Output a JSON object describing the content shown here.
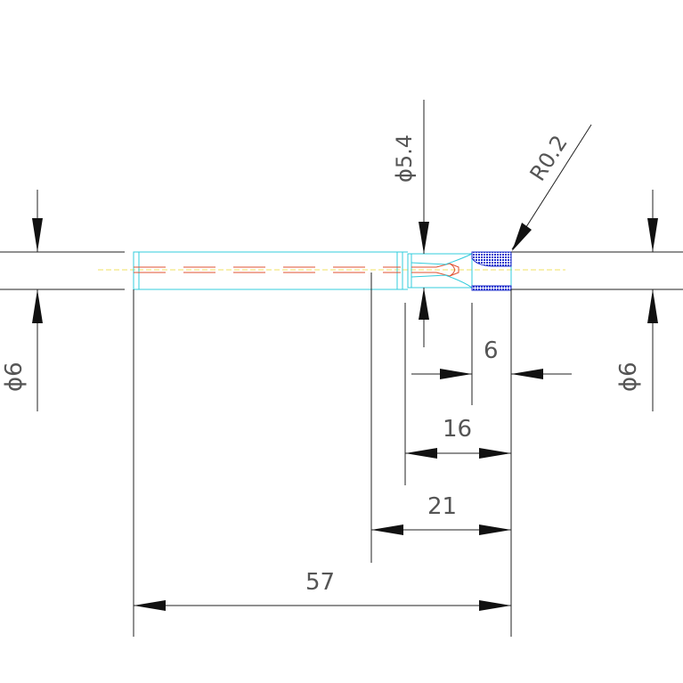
{
  "drawing": {
    "dimensions": {
      "dia_left": "ϕ6",
      "dia_right": "ϕ6",
      "dia_tip": "ϕ5.4",
      "radius": "R0.2",
      "len_6": "6",
      "len_16": "16",
      "len_21": "21",
      "len_57": "57"
    },
    "colors": {
      "outline": "#33ccdd",
      "centerline": "#f0e060",
      "bore": "#e05030",
      "hatch": "#2233cc",
      "dimension": "#222222"
    }
  }
}
